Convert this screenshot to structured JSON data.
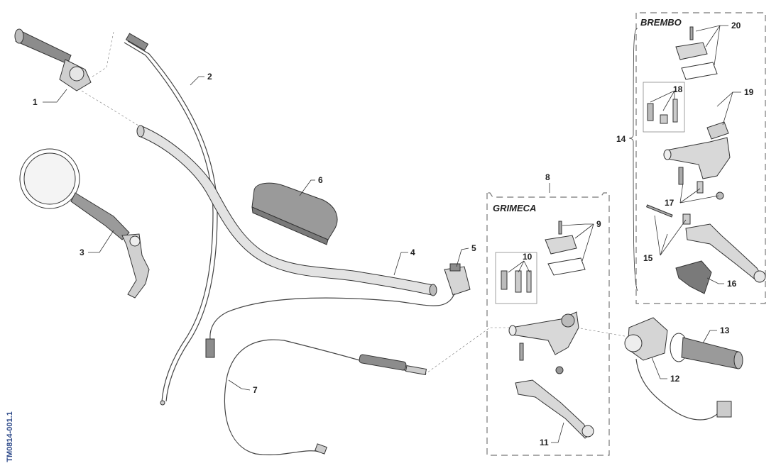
{
  "diagram": {
    "reference_code": "TM0814-001.1",
    "sections": {
      "grimeca": "GRIMECA",
      "brembo": "BREMBO"
    },
    "callouts": {
      "c1": "1",
      "c2": "2",
      "c3": "3",
      "c4": "4",
      "c5": "5",
      "c6": "6",
      "c7": "7",
      "c8": "8",
      "c9": "9",
      "c10": "10",
      "c11": "11",
      "c12": "12",
      "c13": "13",
      "c14": "14",
      "c15": "15",
      "c16": "16",
      "c17": "17",
      "c18": "18",
      "c19": "19",
      "c20": "20"
    },
    "colors": {
      "part_fill": "#d9d9d9",
      "part_dark": "#8c8c8c",
      "line": "#333333",
      "reference_text": "#2e4a8a"
    }
  }
}
